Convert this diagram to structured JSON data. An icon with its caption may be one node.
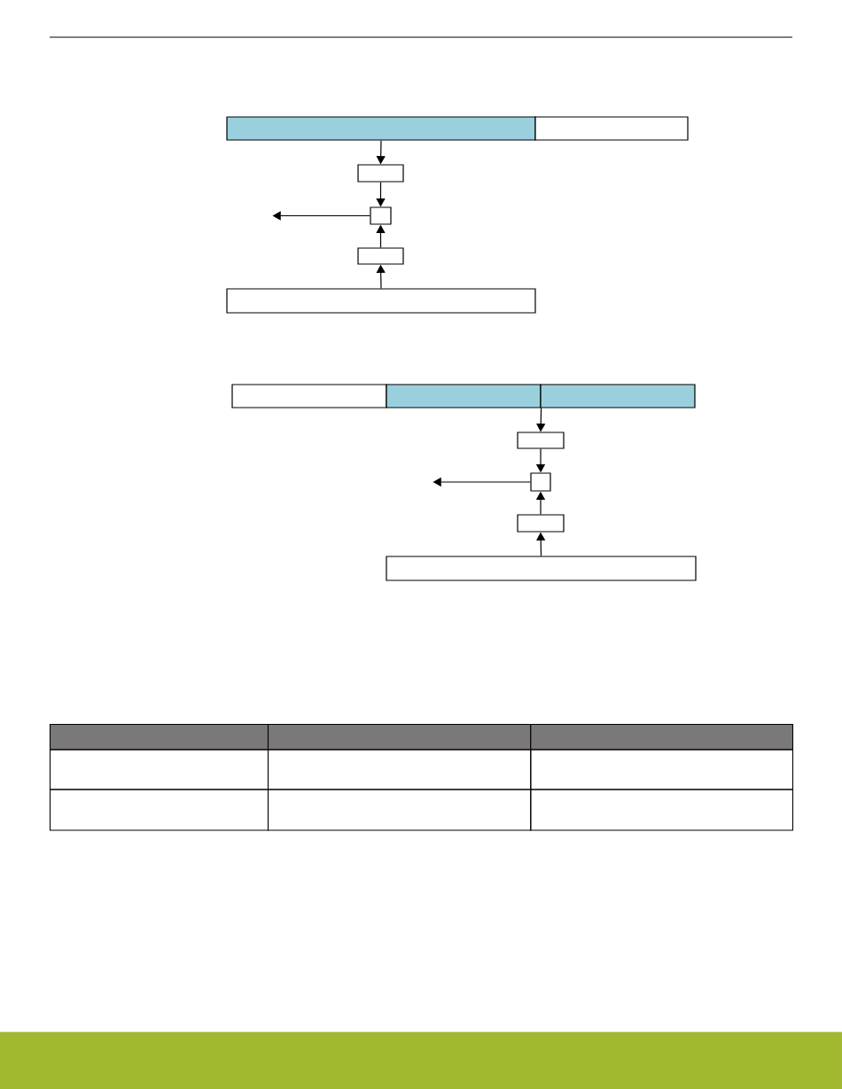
{
  "diagram": {
    "nodes": [
      {
        "text": [],
        "shape": "box"
      },
      {
        "text": [],
        "shape": "box"
      },
      {
        "text": [],
        "shape": "box"
      },
      {
        "text": [],
        "shape": "box"
      },
      {
        "text": [],
        "shape": "box"
      },
      {
        "text": [],
        "shape": "box"
      },
      {
        "text": [],
        "shape": "box"
      },
      {
        "text": [],
        "shape": "box"
      },
      {
        "text": [],
        "shape": "box"
      },
      {
        "text": [],
        "shape": "box"
      },
      {
        "text": [],
        "shape": "box"
      },
      {
        "text": [],
        "shape": "box"
      },
      {
        "text": [],
        "shape": "box"
      }
    ],
    "edges": [
      {
        "from": 0,
        "to": 2,
        "arrow": "to"
      },
      {
        "from": 2,
        "to": 3,
        "arrow": "to"
      },
      {
        "from": 4,
        "to": 3,
        "arrow": "to"
      },
      {
        "from": 5,
        "to": 4,
        "arrow": "to"
      },
      {
        "from": 3,
        "to": null,
        "arrow": "to"
      },
      {
        "from": 7,
        "to": 9,
        "arrow": "to"
      },
      {
        "from": 9,
        "to": 10,
        "arrow": "to"
      },
      {
        "from": 11,
        "to": 10,
        "arrow": "to"
      },
      {
        "from": 12,
        "to": 11,
        "arrow": "to"
      },
      {
        "from": 10,
        "to": null,
        "arrow": "to"
      }
    ]
  }
}
